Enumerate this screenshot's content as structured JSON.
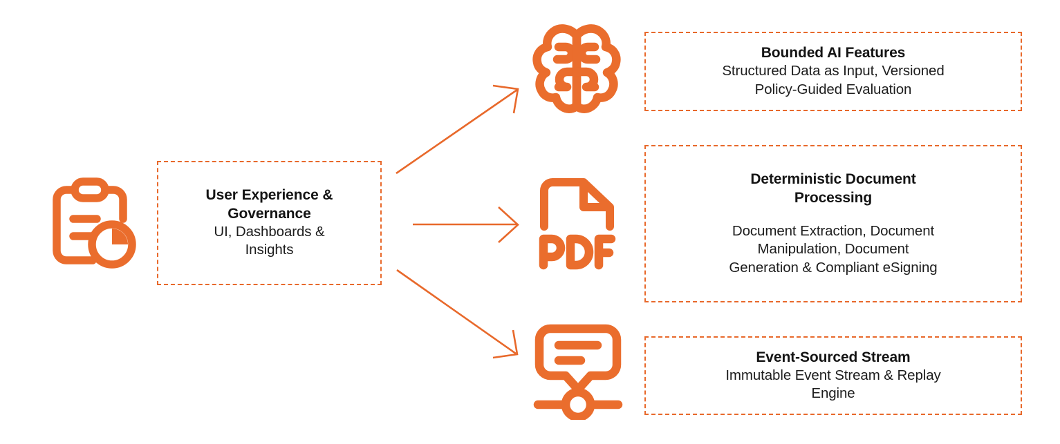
{
  "theme": {
    "accent": "#e8692b",
    "icon_color": "#ea6d2d",
    "text_color": "#141414",
    "background": "#ffffff"
  },
  "diagram": {
    "type": "flow",
    "source_node": {
      "icon": "clipboard-chart-icon",
      "title": "User Experience & Governance",
      "title_lines": [
        "User Experience &",
        "Governance"
      ],
      "description": "UI, Dashboards & Insights",
      "description_lines": [
        "UI, Dashboards &",
        "Insights"
      ]
    },
    "targets": [
      {
        "id": "bounded-ai-features",
        "icon": "brain-icon",
        "title": "Bounded AI Features",
        "description": "Structured Data as Input, Versioned Policy-Guided Evaluation",
        "description_lines": [
          "Structured Data as Input, Versioned",
          "Policy-Guided Evaluation"
        ],
        "spaced_description": false
      },
      {
        "id": "deterministic-document-processing",
        "icon": "pdf-document-icon",
        "title": "Deterministic Document Processing",
        "title_lines": [
          "Deterministic Document",
          "Processing"
        ],
        "description": "Document Extraction, Document Manipulation, Document Generation & Compliant eSigning",
        "description_lines": [
          "Document Extraction, Document",
          "Manipulation, Document",
          "Generation & Compliant eSigning"
        ],
        "spaced_description": true
      },
      {
        "id": "event-sourced-stream",
        "icon": "event-stream-icon",
        "title": "Event-Sourced Stream",
        "description": "Immutable Event Stream & Replay Engine",
        "description_lines": [
          "Immutable Event Stream & Replay",
          "Engine"
        ],
        "spaced_description": false
      }
    ],
    "connectors": [
      {
        "id": "arrow-to-bounded-ai",
        "name": "arrow-source-to-bounded-ai",
        "direction": "up-right"
      },
      {
        "id": "arrow-to-document-processing",
        "name": "arrow-source-to-document-processing",
        "direction": "right"
      },
      {
        "id": "arrow-to-event-stream",
        "name": "arrow-source-to-event-stream",
        "direction": "down-right"
      }
    ]
  }
}
